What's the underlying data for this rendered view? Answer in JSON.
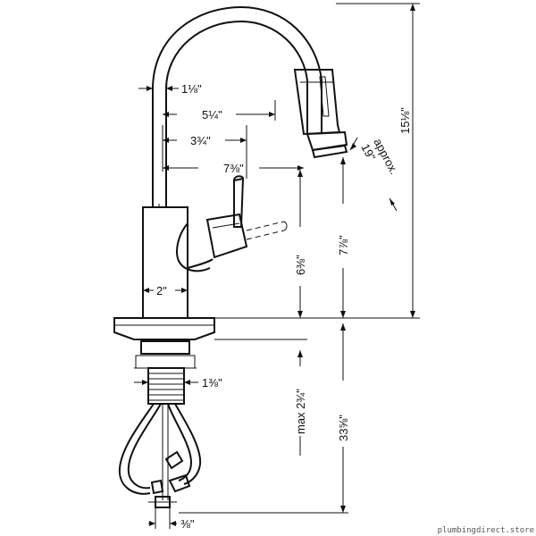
{
  "dimensions": {
    "one_eighth": "1⅛\"",
    "five_quarter": "5¼\"",
    "three_three_quarter": "3¾\"",
    "seven_three_eighth": "7⅜\"",
    "approx_label": "approx.",
    "nineteen": "19\"",
    "fifteen_one_eighth": "15⅛\"",
    "seven_seven_eighth": "7⅞\"",
    "six_three_eighth": "6⅜\"",
    "two_inch": "2\"",
    "one_three_eighth": "1⅜\"",
    "max_two_three_quarter": "max 2¾\"",
    "thirty_three_five_eighth": "33⅝\"",
    "three_eighth": "⅜\""
  },
  "footer": {
    "watermark": "plumbingdirect.store"
  }
}
